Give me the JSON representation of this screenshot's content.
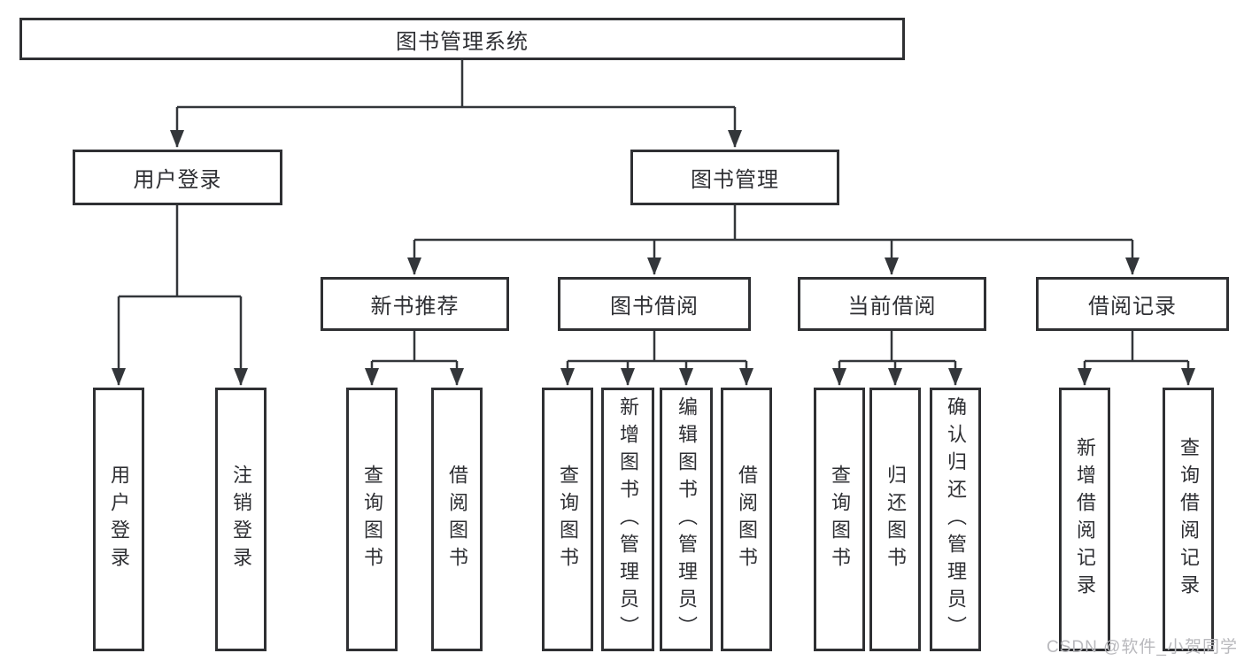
{
  "diagram": {
    "type": "tree",
    "title": "图书管理系统",
    "nodes": {
      "root": "图书管理系统",
      "user_login": "用户登录",
      "book_management": "图书管理",
      "new_book_recommend": "新书推荐",
      "book_borrow": "图书借阅",
      "current_borrow": "当前借阅",
      "borrow_records": "借阅记录"
    },
    "leaves": [
      "用户登录",
      "注销登录",
      "查询图书",
      "借阅图书",
      "查询图书",
      "新增图书（管理员）",
      "编辑图书（管理员）",
      "借阅图书",
      "查询图书",
      "归还图书",
      "确认归还（管理员）",
      "新增借阅记录",
      "查询借阅记录"
    ],
    "hierarchy": {
      "图书管理系统": [
        "用户登录",
        "图书管理"
      ],
      "用户登录": [
        "用户登录",
        "注销登录"
      ],
      "图书管理": [
        "新书推荐",
        "图书借阅",
        "当前借阅",
        "借阅记录"
      ],
      "新书推荐": [
        "查询图书",
        "借阅图书"
      ],
      "图书借阅": [
        "查询图书",
        "新增图书（管理员）",
        "编辑图书（管理员）",
        "借阅图书"
      ],
      "当前借阅": [
        "查询图书",
        "归还图书",
        "确认归还（管理员）"
      ],
      "借阅记录": [
        "新增借阅记录",
        "查询借阅记录"
      ]
    },
    "watermark": "CSDN @软件_小贺同学",
    "colors": {
      "line": "#33363a",
      "box_border": "#2f3033",
      "text": "#2e2f33",
      "watermark": "#b9b9bd",
      "background": "#ffffff"
    }
  }
}
